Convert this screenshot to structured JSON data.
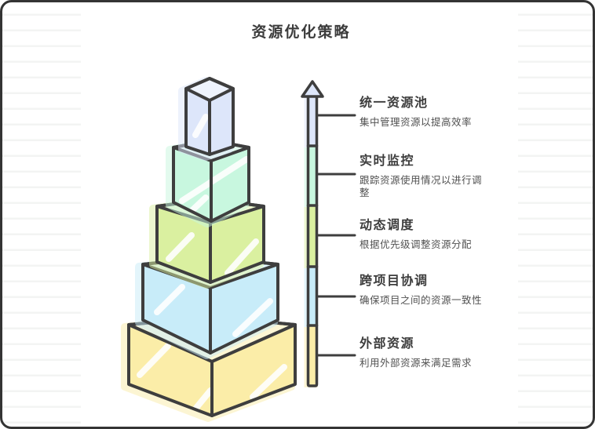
{
  "title": "资源优化策略",
  "items": [
    {
      "heading": "统一资源池",
      "desc": "集中管理资源以提高效率",
      "color": "#dde6fa"
    },
    {
      "heading": "实时监控",
      "desc": "跟踪资源使用情况以进行调整",
      "color": "#c8f7df"
    },
    {
      "heading": "动态调度",
      "desc": "根据优先级调整资源分配",
      "color": "#daf0a0"
    },
    {
      "heading": "跨项目协调",
      "desc": "确保项目之间的资源一致性",
      "color": "#c8ecf9"
    },
    {
      "heading": "外部资源",
      "desc": "利用外部资源来满足需求",
      "color": "#fbeda8"
    }
  ],
  "colors": {
    "outline": "#3e3e3e",
    "heading_text": "#3d3d3d",
    "desc_text": "#515151",
    "ruled_line": "#f3f4f3",
    "card_border": "#343434"
  }
}
